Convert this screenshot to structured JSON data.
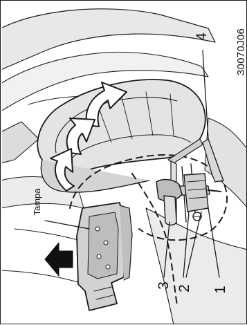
{
  "figure": {
    "code": "30070J06",
    "callouts": {
      "one": "1",
      "two": "2",
      "three": "3",
      "four": "4",
      "tampa": "Tampa"
    }
  },
  "colors": {
    "ink": "#1a1a1a",
    "fill_light": "#e9e9e9",
    "fill_mid": "#cfcfcf",
    "fill_dark": "#a8a8a8",
    "part_fill": "#d6d6d6"
  }
}
